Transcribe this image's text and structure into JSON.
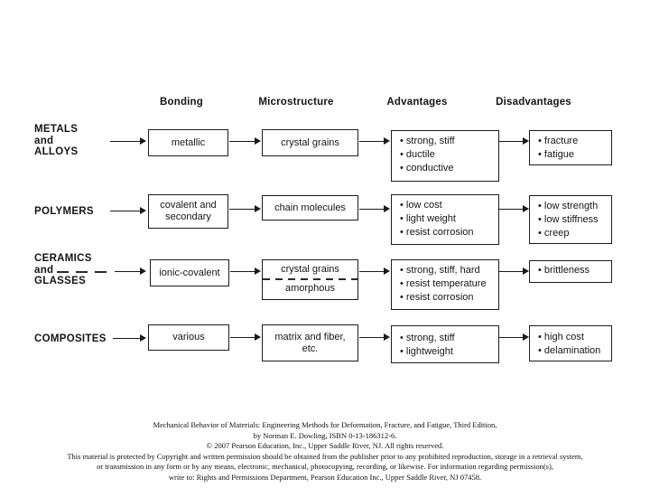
{
  "colors": {
    "ink": "#1a1a1a",
    "background": "#ffffff"
  },
  "diagram": {
    "column_headers": [
      "Bonding",
      "Microstructure",
      "Advantages",
      "Disadvantages"
    ],
    "rows": [
      {
        "label_lines": [
          "METALS",
          "and",
          "ALLOYS"
        ],
        "bonding": "metallic",
        "microstructure": [
          "crystal grains"
        ],
        "advantages": [
          "strong, stiff",
          "ductile",
          "conductive"
        ],
        "disadvantages": [
          "fracture",
          "fatigue"
        ]
      },
      {
        "label_lines": [
          "POLYMERS"
        ],
        "bonding": "covalent and secondary",
        "microstructure": [
          "chain molecules"
        ],
        "advantages": [
          "low cost",
          "light weight",
          "resist corrosion"
        ],
        "disadvantages": [
          "low strength",
          "low stiffness",
          "creep"
        ]
      },
      {
        "label_lines": [
          "CERAMICS",
          "and",
          "GLASSES"
        ],
        "bonding": "ionic-covalent",
        "microstructure": [
          "crystal grains",
          "amorphous"
        ],
        "advantages": [
          "strong, stiff, hard",
          "resist temperature",
          "resist corrosion"
        ],
        "disadvantages": [
          "brittleness"
        ]
      },
      {
        "label_lines": [
          "COMPOSITES"
        ],
        "bonding": "various",
        "microstructure": [
          "matrix and fiber, etc."
        ],
        "advantages": [
          "strong, stiff",
          "lightweight"
        ],
        "disadvantages": [
          "high cost",
          "delamination"
        ]
      }
    ]
  },
  "footer": {
    "lines": [
      "Mechanical Behavior of Materials: Engineering Methods for Deformation, Fracture, and Fatigue, Third Edition,",
      "by Norman E. Dowling, ISBN 0-13-186312-6.",
      "© 2007 Pearson Education, Inc., Upper Saddle River, NJ. All rights reserved.",
      "This material is protected by Copyright and written permission should be obtained from the publisher prior to any prohibited reproduction, storage in a retrieval system,",
      "or transmission in any form or by any means, electronic, mechanical, photocopying, recording, or likewise. For information regarding permission(s),",
      "write to: Rights and Permissions Department, Pearson Education Inc., Upper Saddle River, NJ 07458."
    ]
  }
}
